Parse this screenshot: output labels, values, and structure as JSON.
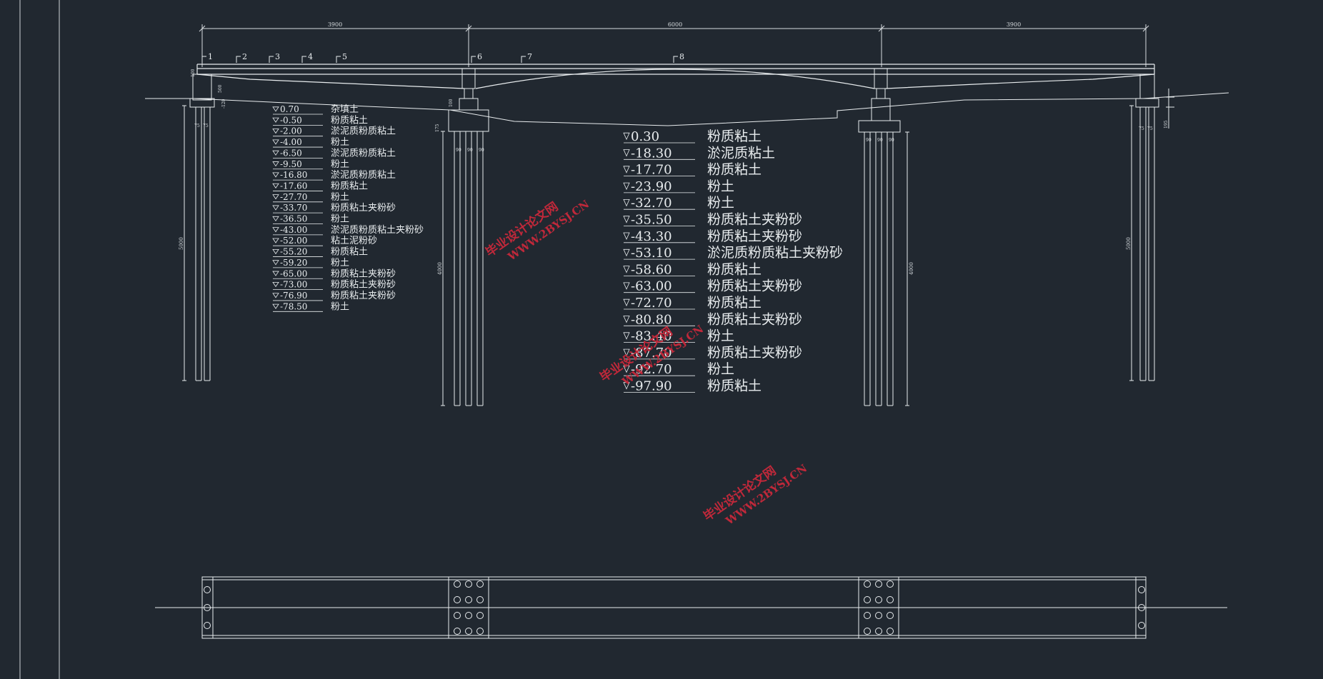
{
  "colors": {
    "background": "#212830",
    "line": "#e8ecee",
    "dim_line": "#d8dde0",
    "watermark": "#c0283a"
  },
  "dimensions": {
    "left_span": "3900",
    "mid_span": "6000",
    "right_span": "3900",
    "pile_left": "5000",
    "pile_pier_left": "4000",
    "pile_pier_right": "4000",
    "pile_right": "5000",
    "deck_h": "100",
    "abut_h": "500",
    "pier_h": "100",
    "cap_h": "175",
    "ground_mark": "-120",
    "right_mark": "195",
    "s75": "75",
    "s90": "90"
  },
  "section_marks": [
    "1",
    "2",
    "3",
    "4",
    "5",
    "6",
    "7",
    "8"
  ],
  "borehole_left": [
    {
      "elev": "0.70",
      "soil": "杂填土"
    },
    {
      "elev": "-0.50",
      "soil": "粉质粘土"
    },
    {
      "elev": "-2.00",
      "soil": "淤泥质粉质粘土"
    },
    {
      "elev": "-4.00",
      "soil": "粉土"
    },
    {
      "elev": "-6.50",
      "soil": "淤泥质粉质粘土"
    },
    {
      "elev": "-9.50",
      "soil": "粉土"
    },
    {
      "elev": "-16.80",
      "soil": "淤泥质粉质粘土"
    },
    {
      "elev": "-17.60",
      "soil": "粉质粘土"
    },
    {
      "elev": "-27.70",
      "soil": "粉土"
    },
    {
      "elev": "-33.70",
      "soil": "粉质粘土夹粉砂"
    },
    {
      "elev": "-36.50",
      "soil": "粉土"
    },
    {
      "elev": "-43.00",
      "soil": "淤泥质粉质粘土夹粉砂"
    },
    {
      "elev": "-52.00",
      "soil": "粘土泥粉砂"
    },
    {
      "elev": "-55.20",
      "soil": "粉质粘土"
    },
    {
      "elev": "-59.20",
      "soil": "粉土"
    },
    {
      "elev": "-65.00",
      "soil": "粉质粘土夹粉砂"
    },
    {
      "elev": "-73.00",
      "soil": "粉质粘土夹粉砂"
    },
    {
      "elev": "-76.90",
      "soil": "粉质粘土夹粉砂"
    },
    {
      "elev": "-78.50",
      "soil": "粉土"
    }
  ],
  "borehole_right": [
    {
      "elev": "0.30",
      "soil": "粉质粘土"
    },
    {
      "elev": "-18.30",
      "soil": "淤泥质粘土"
    },
    {
      "elev": "-17.70",
      "soil": "粉质粘土"
    },
    {
      "elev": "-23.90",
      "soil": "粉土"
    },
    {
      "elev": "-32.70",
      "soil": "粉土"
    },
    {
      "elev": "-35.50",
      "soil": "粉质粘土夹粉砂"
    },
    {
      "elev": "-43.30",
      "soil": "粉质粘土夹粉砂"
    },
    {
      "elev": "-53.10",
      "soil": "淤泥质粉质粘土夹粉砂"
    },
    {
      "elev": "-58.60",
      "soil": "粉质粘土"
    },
    {
      "elev": "-63.00",
      "soil": "粉质粘土夹粉砂"
    },
    {
      "elev": "-72.70",
      "soil": "粉质粘土"
    },
    {
      "elev": "-80.80",
      "soil": "粉质粘土夹粉砂"
    },
    {
      "elev": "-83.40",
      "soil": "粉土"
    },
    {
      "elev": "-87.70",
      "soil": "粉质粘土夹粉砂"
    },
    {
      "elev": "-92.70",
      "soil": "粉土"
    },
    {
      "elev": "-97.90",
      "soil": "粉质粘土"
    }
  ],
  "watermark": {
    "cn": "毕业设计论文网",
    "url": "WWW.2BYSJ.CN"
  }
}
